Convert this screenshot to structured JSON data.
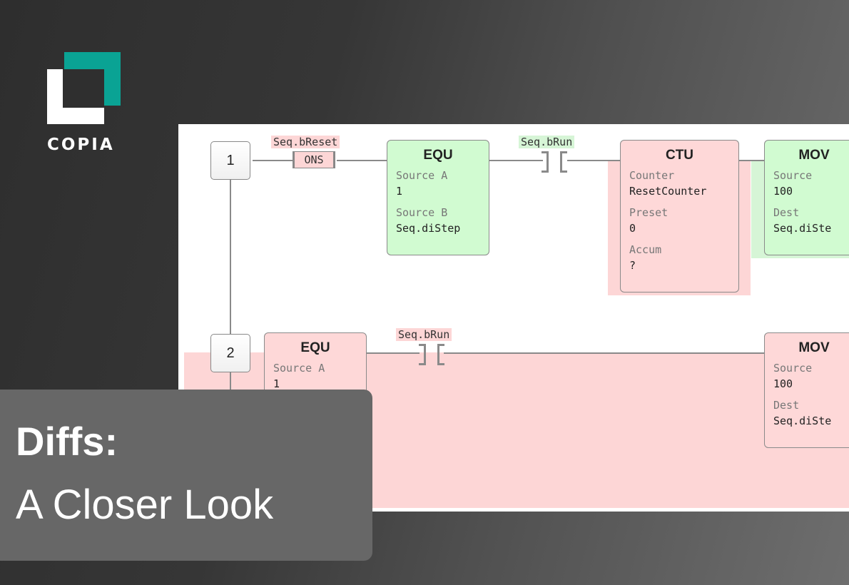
{
  "brand": {
    "name": "COPIA",
    "colors": {
      "teal": "#0aa394",
      "white": "#ffffff"
    }
  },
  "caption": {
    "line1": "Diffs:",
    "line2": "A Closer Look"
  },
  "colors": {
    "added": "#d6f5d6",
    "removed": "#fdd6d6"
  },
  "rungs": [
    {
      "number": "1",
      "ons": {
        "tag": "Seq.bReset",
        "label": "ONS"
      },
      "equ": {
        "title": "EQU",
        "source_a_label": "Source A",
        "source_a": "1",
        "source_b_label": "Source B",
        "source_b": "Seq.diStep"
      },
      "contact": {
        "tag": "Seq.bRun"
      },
      "ctu": {
        "title": "CTU",
        "counter_label": "Counter",
        "counter": "ResetCounter",
        "preset_label": "Preset",
        "preset": "0",
        "accum_label": "Accum",
        "accum": "?"
      },
      "mov": {
        "title": "MOV",
        "source_label": "Source",
        "source": "100",
        "dest_label": "Dest",
        "dest": "Seq.diSte"
      }
    },
    {
      "number": "2",
      "equ": {
        "title": "EQU",
        "source_a_label": "Source A",
        "source_a": "1"
      },
      "contact": {
        "tag": "Seq.bRun"
      },
      "mov": {
        "title": "MOV",
        "source_label": "Source",
        "source": "100",
        "dest_label": "Dest",
        "dest": "Seq.diSte"
      }
    }
  ]
}
